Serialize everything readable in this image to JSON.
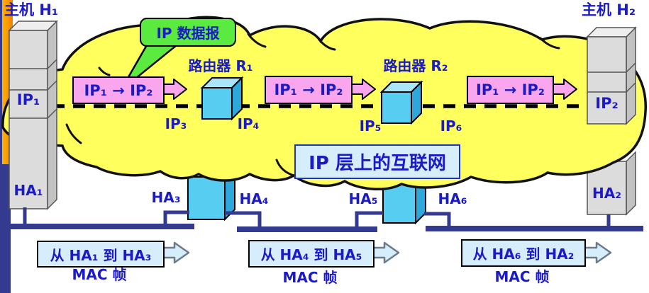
{
  "hosts": {
    "h1": {
      "title": "主机 H₁",
      "ip_label": "IP₁",
      "ha_label": "HA₁"
    },
    "h2": {
      "title": "主机 H₂",
      "ip_label": "IP₂",
      "ha_label": "HA₂"
    }
  },
  "routers": {
    "r1": {
      "title": "路由器 R₁",
      "port_left": "IP₃",
      "port_right": "IP₄",
      "ha_left": "HA₃",
      "ha_right": "HA₄"
    },
    "r2": {
      "title": "路由器 R₂",
      "port_left": "IP₅",
      "port_right": "IP₆",
      "ha_left": "HA₅",
      "ha_right": "HA₆"
    }
  },
  "datagram": {
    "callout": "IP 数据报",
    "hop1": "IP₁ → IP₂",
    "hop2": "IP₁ → IP₂",
    "hop3": "IP₁ → IP₂"
  },
  "internet_label": "IP 层上的互联网",
  "mac_frames": [
    {
      "label": "从 HA₁ 到 HA₃",
      "caption": "MAC 帧"
    },
    {
      "label": "从 HA₄ 到 HA₅",
      "caption": "MAC 帧"
    },
    {
      "label": "从 HA₆ 到 HA₂",
      "caption": "MAC 帧"
    }
  ],
  "colors": {
    "cloud_yellow": "#ffff5e",
    "datagram_pink": "#faa6ee",
    "callout_green": "#5bea40",
    "frame_lightblue": "#d6eefb",
    "network_navy": "#333a8f",
    "text_blue": "#1a1ac8",
    "router_cyan": "#58cdf2",
    "host_gray": "#dcdcdc",
    "sidebar_orange": "#ffa800"
  }
}
